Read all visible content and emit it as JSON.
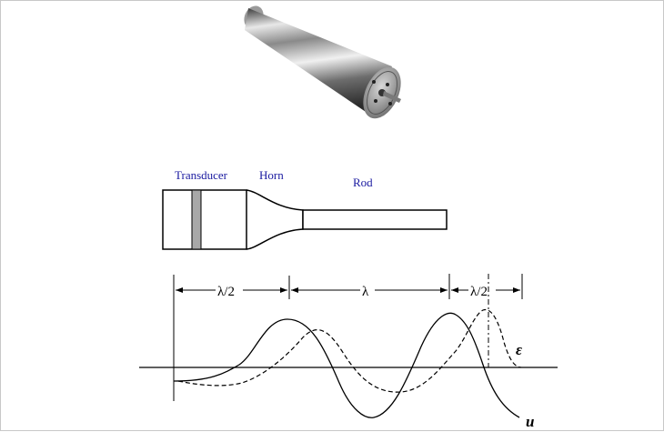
{
  "labels": {
    "transducer": "Transducer",
    "horn": "Horn",
    "rod": "Rod"
  },
  "dimensions": {
    "first": "λ/2",
    "second": "λ",
    "third": "λ/2"
  },
  "curves": {
    "strain": "ε",
    "displacement": "u"
  }
}
